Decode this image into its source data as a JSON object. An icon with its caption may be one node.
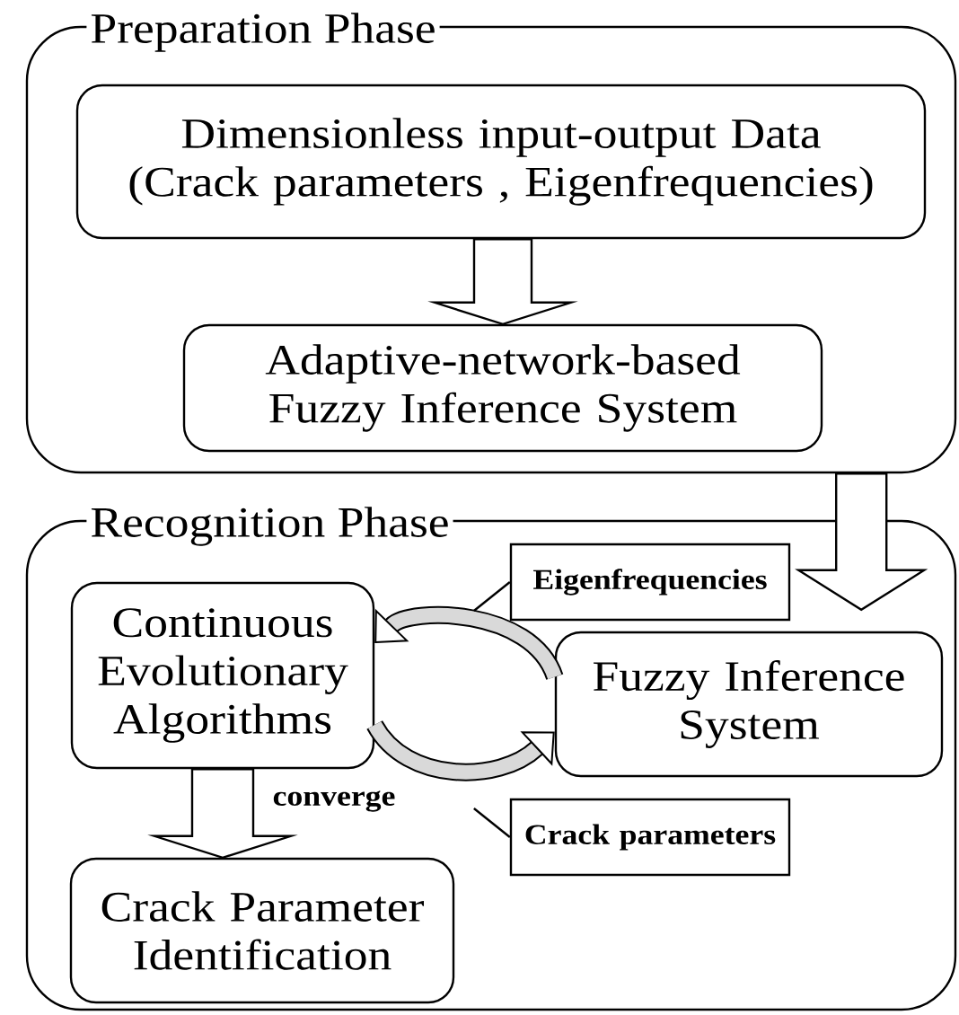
{
  "diagram": {
    "nodes": [
      {
        "text": [
          "Preparation Phase"
        ]
      },
      {
        "text": [
          "Dimensionless input-output Data (Crack parameters , Eigenfrequencies)"
        ],
        "in": 0
      },
      {
        "text": [
          "Adaptive-network-based Fuzzy Inference System"
        ],
        "in": 0
      },
      {
        "text": [
          "Recognition Phase"
        ]
      },
      {
        "text": [
          "Eigenfrequencies"
        ],
        "in": 3
      },
      {
        "text": [
          "Continuous Evolutionary Algorithms"
        ],
        "in": 3
      },
      {
        "text": [
          "Fuzzy Inference System"
        ],
        "in": 3
      },
      {
        "text": [
          "Crack parameters"
        ],
        "in": 3
      },
      {
        "text": [
          "Crack Parameter Identification"
        ],
        "in": 3
      }
    ],
    "edges": [
      {
        "from": 1,
        "to": 2,
        "arrow": "to"
      },
      {
        "from": 0,
        "to": 3,
        "arrow": "to"
      },
      {
        "from": 6,
        "to": 5,
        "arrow": "to",
        "style": "thick"
      },
      {
        "from": 5,
        "to": 6,
        "arrow": "to",
        "style": "thick"
      },
      {
        "from": 5,
        "to": 8,
        "arrow": "to",
        "label": "converge"
      },
      {
        "from": 4,
        "to": null,
        "arrow": "none"
      },
      {
        "from": 7,
        "to": null,
        "arrow": "none"
      }
    ]
  }
}
